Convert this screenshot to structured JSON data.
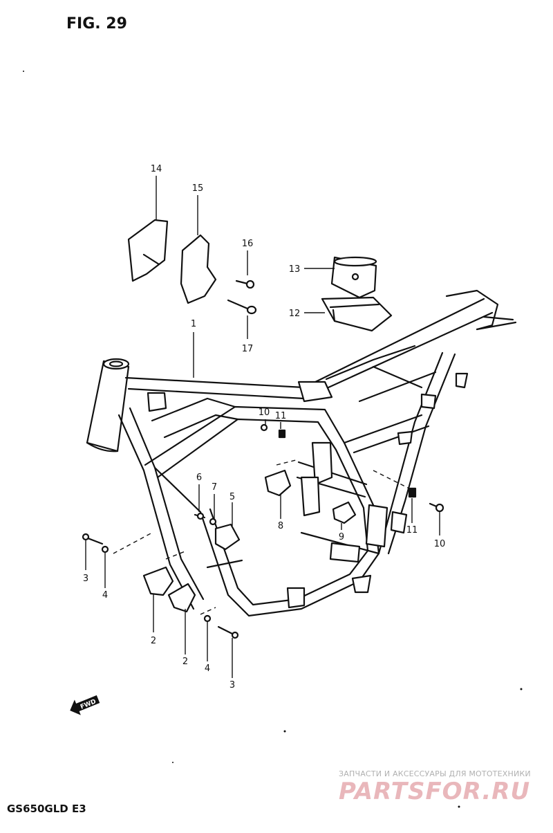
{
  "figure": {
    "title": "FIG. 29",
    "model": "GS650GLD E3"
  },
  "watermark": {
    "caption": "ЗАПЧАСТИ И АКСЕССУАРЫ ДЛЯ МОТОТЕХНИКИ",
    "logo": "PARTSFOR.RU",
    "color": "#e9b7bb"
  },
  "direction_marker": {
    "label": "FWD",
    "icon": "forward-arrow-icon"
  },
  "callouts": [
    {
      "id": "c1",
      "label": "1"
    },
    {
      "id": "c2a",
      "label": "2"
    },
    {
      "id": "c2b",
      "label": "2"
    },
    {
      "id": "c3a",
      "label": "3"
    },
    {
      "id": "c3b",
      "label": "3"
    },
    {
      "id": "c4a",
      "label": "4"
    },
    {
      "id": "c4b",
      "label": "4"
    },
    {
      "id": "c5",
      "label": "5"
    },
    {
      "id": "c6",
      "label": "6"
    },
    {
      "id": "c7",
      "label": "7"
    },
    {
      "id": "c8",
      "label": "8"
    },
    {
      "id": "c9",
      "label": "9"
    },
    {
      "id": "c10a",
      "label": "10"
    },
    {
      "id": "c10b",
      "label": "10"
    },
    {
      "id": "c11a",
      "label": "11"
    },
    {
      "id": "c11b",
      "label": "11"
    },
    {
      "id": "c12",
      "label": "12"
    },
    {
      "id": "c13",
      "label": "13"
    },
    {
      "id": "c14",
      "label": "14"
    },
    {
      "id": "c15",
      "label": "15"
    },
    {
      "id": "c16",
      "label": "16"
    },
    {
      "id": "c17",
      "label": "17"
    }
  ]
}
